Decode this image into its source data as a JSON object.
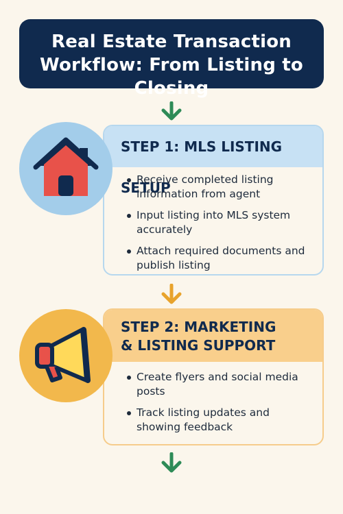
{
  "title": {
    "line1": "Real Estate Transaction",
    "line2": "Workflow: From Listing to Closing"
  },
  "steps": [
    {
      "header": "STEP 1: MLS LISTING SETUP",
      "icon": "house-icon",
      "bullets": [
        "Receive completed listing information from agent",
        "Input listing into MLS system accurately",
        "Attach required documents and publish listing"
      ]
    },
    {
      "header_line1": "STEP 2: MARKETING",
      "header_line2": "& LISTING SUPPORT",
      "icon": "megaphone-icon",
      "bullets": [
        "Create flyers and social media posts",
        "Track listing updates and showing feedback"
      ]
    }
  ],
  "colors": {
    "title_bg": "#102a4e",
    "arrow_green": "#2e8b57",
    "arrow_orange": "#e8a32c",
    "step1_accent": "#c7e1f4",
    "step2_accent": "#f9cf8c",
    "house_red": "#e8524a"
  }
}
